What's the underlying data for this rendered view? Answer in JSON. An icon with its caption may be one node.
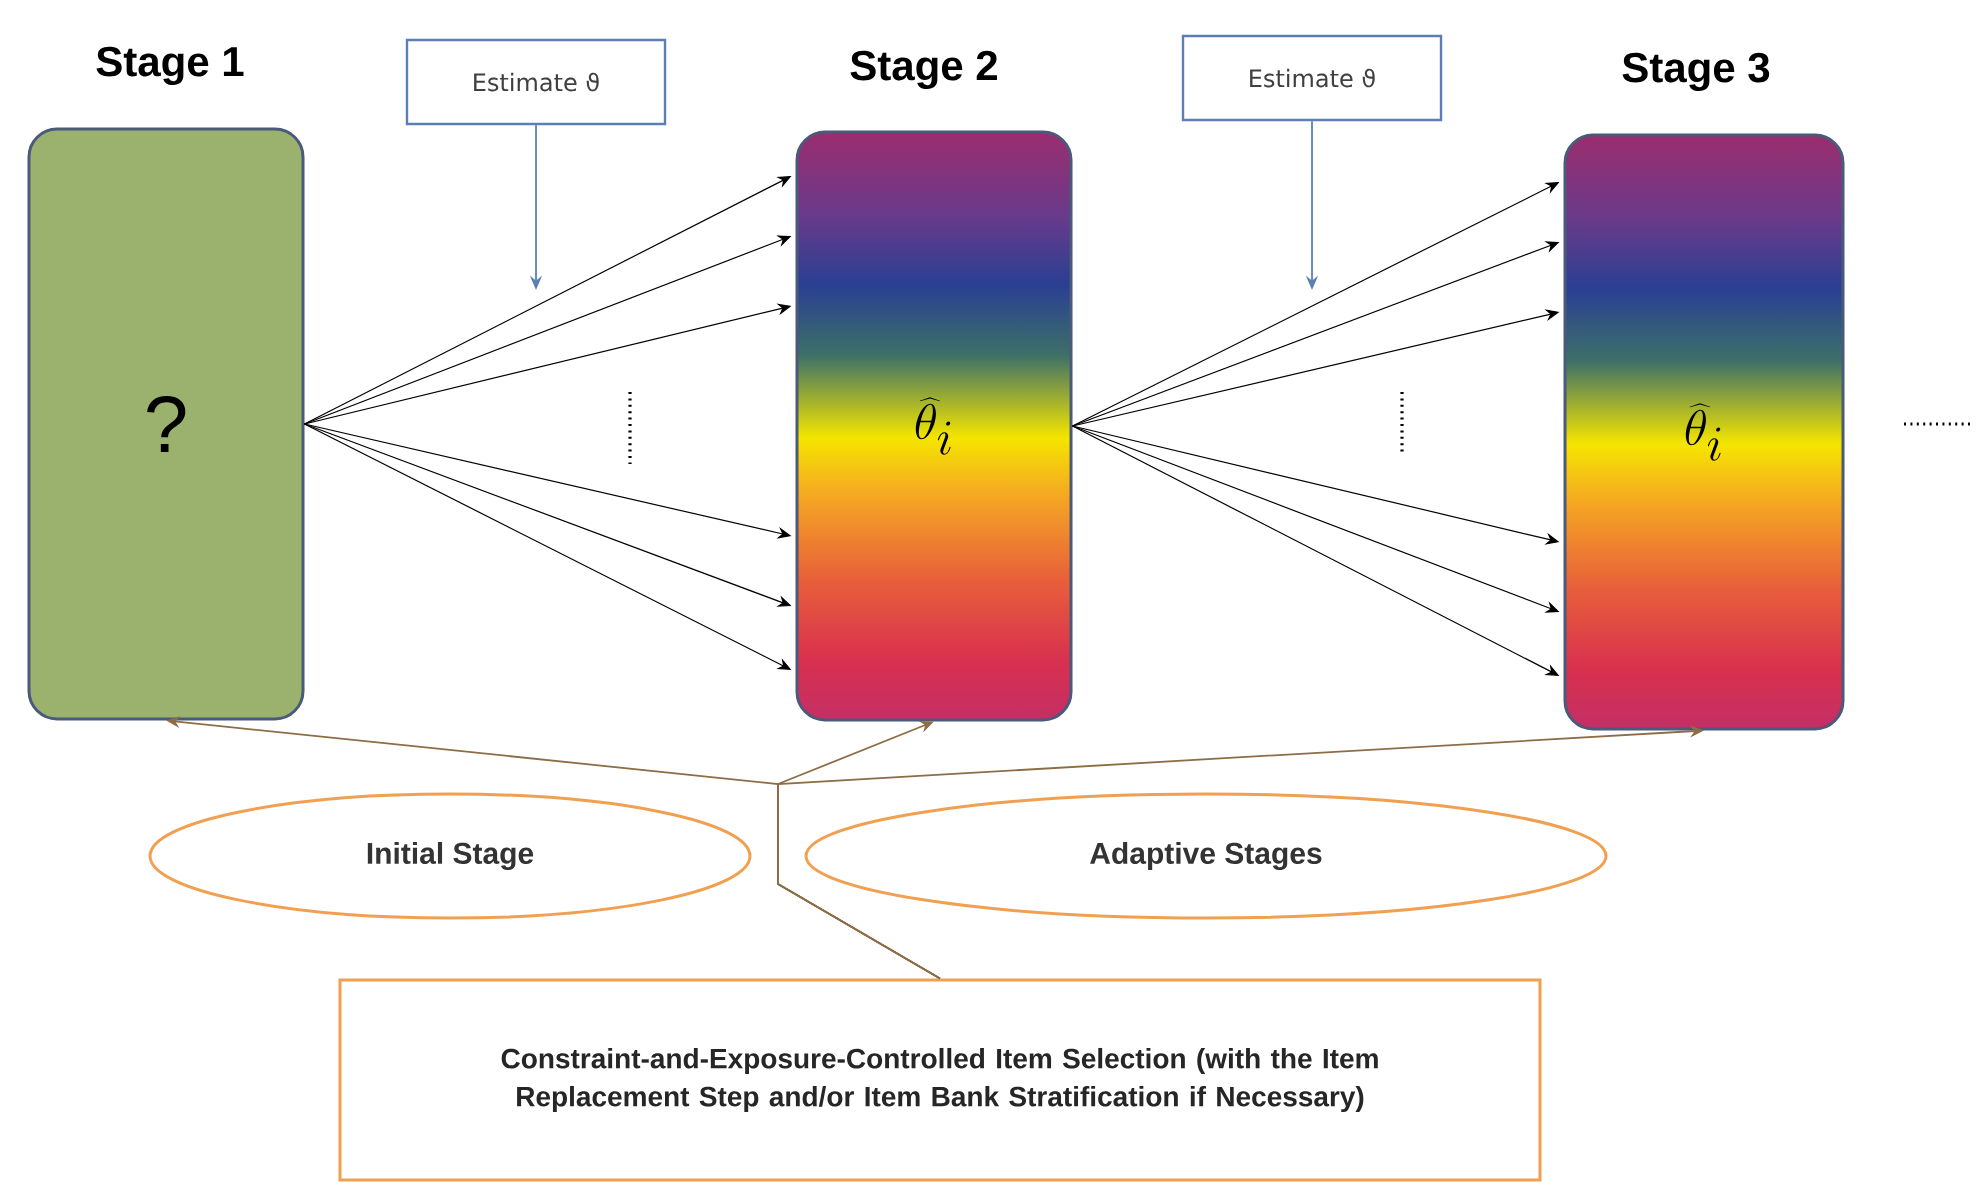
{
  "diagram": {
    "nodes": [
      {
        "text": [
          "Stage 1",
          "?"
        ]
      },
      {
        "text": [
          "Stage 2",
          "\\widehat{\\theta}_i"
        ]
      },
      {
        "text": [
          "Stage 3",
          "\\widehat{\\theta}_i"
        ]
      },
      {
        "text": [
          "Estimate ϑ"
        ]
      },
      {
        "text": [
          "Estimate ϑ"
        ]
      },
      {
        "text": [
          "Initial Stage"
        ]
      },
      {
        "text": [
          "Adaptive Stages"
        ]
      },
      {
        "text": [
          "Constraint-and-Exposure-Controlled Item Selection (with the Item Replacement Step and/or Item Bank Stratification if Necessary)"
        ]
      }
    ],
    "edges": [
      {
        "from": 0,
        "to": 1,
        "arrow": "to"
      },
      {
        "from": 0,
        "to": 1,
        "arrow": "to"
      },
      {
        "from": 0,
        "to": 1,
        "arrow": "to"
      },
      {
        "from": 0,
        "to": 1,
        "arrow": "to"
      },
      {
        "from": 0,
        "to": 1,
        "arrow": "to"
      },
      {
        "from": 0,
        "to": 1,
        "arrow": "to"
      },
      {
        "from": 1,
        "to": 2,
        "arrow": "to"
      },
      {
        "from": 1,
        "to": 2,
        "arrow": "to"
      },
      {
        "from": 1,
        "to": 2,
        "arrow": "to"
      },
      {
        "from": 1,
        "to": 2,
        "arrow": "to"
      },
      {
        "from": 1,
        "to": 2,
        "arrow": "to"
      },
      {
        "from": 1,
        "to": 2,
        "arrow": "to"
      },
      {
        "from": 3,
        "to": null,
        "arrow": "to",
        "color": "#5b7fb5"
      },
      {
        "from": 4,
        "to": null,
        "arrow": "to",
        "color": "#5b7fb5"
      },
      {
        "from": 7,
        "to": 0,
        "arrow": "to",
        "color": "#8c6d46"
      },
      {
        "from": 7,
        "to": 1,
        "arrow": "to",
        "color": "#8c6d46"
      },
      {
        "from": 7,
        "to": 2,
        "arrow": "to",
        "color": "#8c6d46"
      }
    ]
  }
}
